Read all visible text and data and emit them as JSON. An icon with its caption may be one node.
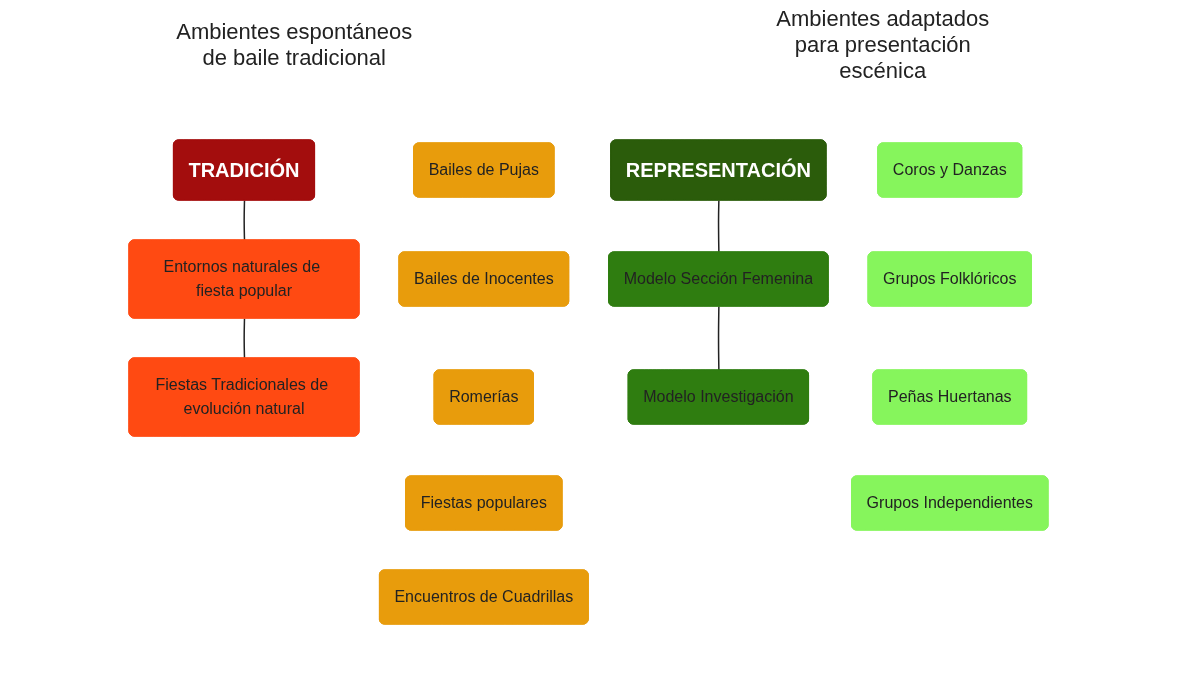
{
  "diagram": {
    "nodes": [
      {
        "text": [
          "TRADICIÓN"
        ]
      },
      {
        "text": [
          "Entornos naturales de fiesta popular"
        ]
      },
      {
        "text": [
          "Fiestas Tradicionales de evolución natural"
        ]
      },
      {
        "text": [
          "Bailes de Pujas"
        ]
      },
      {
        "text": [
          "Bailes de Inocentes"
        ]
      },
      {
        "text": [
          "Romerías"
        ]
      },
      {
        "text": [
          "Fiestas populares"
        ]
      },
      {
        "text": [
          "Encuentros de Cuadrillas"
        ]
      },
      {
        "text": [
          "REPRESENTACIÓN"
        ]
      },
      {
        "text": [
          "Modelo Sección Femenina"
        ]
      },
      {
        "text": [
          "Modelo Investigación"
        ]
      },
      {
        "text": [
          "Coros y Danzas"
        ]
      },
      {
        "text": [
          "Grupos Folklóricos"
        ]
      },
      {
        "text": [
          "Peñas Huertanas"
        ]
      },
      {
        "text": [
          "Grupos Independientes"
        ]
      }
    ],
    "edges": [
      {
        "from": 0,
        "to": 1,
        "arrow": "none"
      },
      {
        "from": 1,
        "to": 2,
        "arrow": "none"
      },
      {
        "from": 8,
        "to": 9,
        "arrow": "none"
      },
      {
        "from": 9,
        "to": 10,
        "arrow": "none"
      }
    ],
    "labels": [
      "Ambientes espontáneos de baile tradicional",
      "Ambientes adaptados para presentación escénica"
    ]
  }
}
